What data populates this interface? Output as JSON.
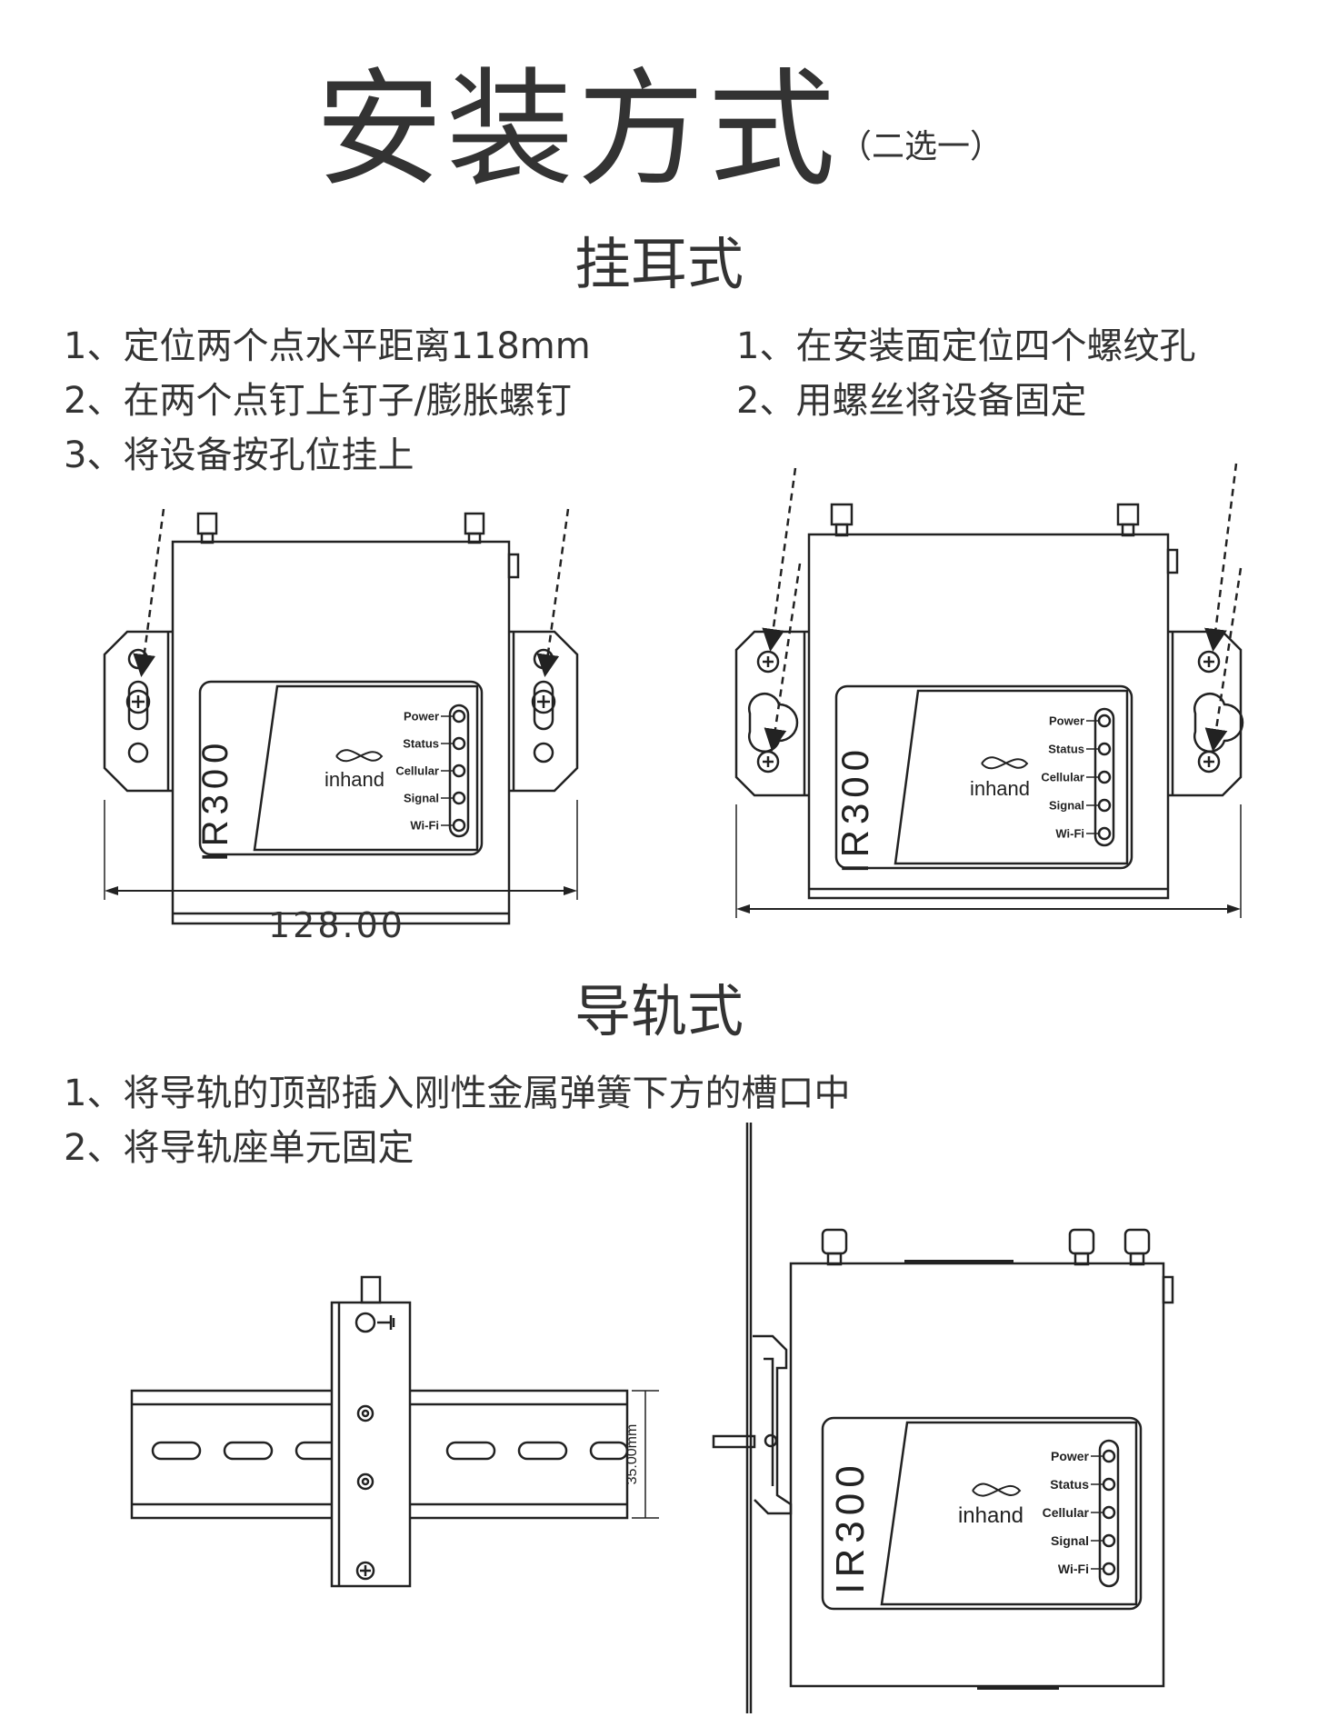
{
  "page": {
    "title": "安装方式",
    "title_note": "（二选一）"
  },
  "ear_mount": {
    "heading": "挂耳式",
    "left_steps": [
      "1、定位两个点水平距离118mm",
      "2、在两个点钉上钉子/膨胀螺钉",
      "3、将设备按孔位挂上"
    ],
    "right_steps": [
      "1、在安装面定位四个螺纹孔",
      "2、用螺丝将设备固定"
    ],
    "dimension": "128.00"
  },
  "rail_mount": {
    "heading": "导轨式",
    "steps": [
      "1、将导轨的顶部插入刚性金属弹簧下方的槽口中",
      "2、将导轨座单元固定"
    ],
    "rail_height": "35.00mm"
  },
  "device": {
    "model": "IR300",
    "brand": "inhand",
    "leds": [
      "Power",
      "Status",
      "Cellular",
      "Signal",
      "Wi-Fi"
    ]
  },
  "colors": {
    "line": "#222222",
    "text": "#333333"
  }
}
